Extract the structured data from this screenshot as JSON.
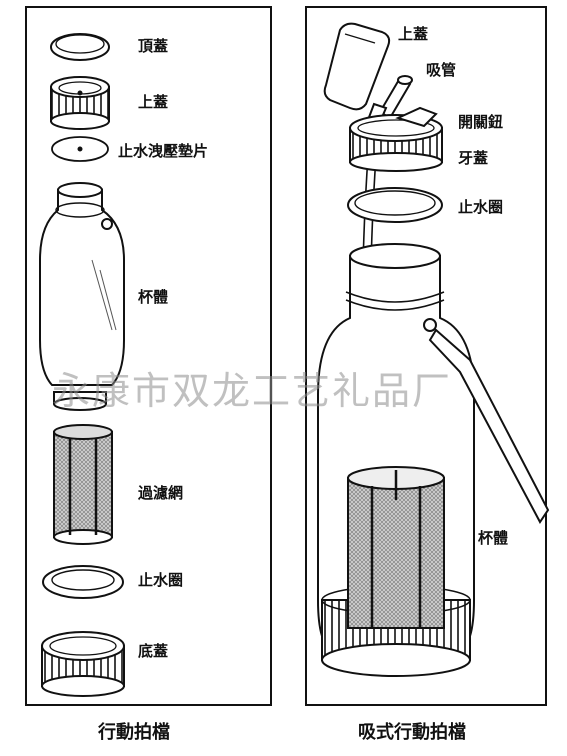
{
  "left_panel": {
    "caption": "行動拍檔",
    "labels": {
      "top_lid": "頂蓋",
      "upper_lid": "上蓋",
      "leak_gasket": "止水洩壓墊片",
      "bottle_body": "杯體",
      "filter_mesh": "過濾網",
      "seal_ring": "止水圈",
      "bottom_cap": "底蓋"
    }
  },
  "right_panel": {
    "caption": "吸式行動拍檔",
    "labels": {
      "upper_lid": "上蓋",
      "straw": "吸管",
      "switch_button": "開關鈕",
      "threaded_cap": "牙蓋",
      "seal_ring": "止水圈",
      "bottle_body": "杯體"
    }
  },
  "watermark": "永康市双龙工艺礼品厂"
}
